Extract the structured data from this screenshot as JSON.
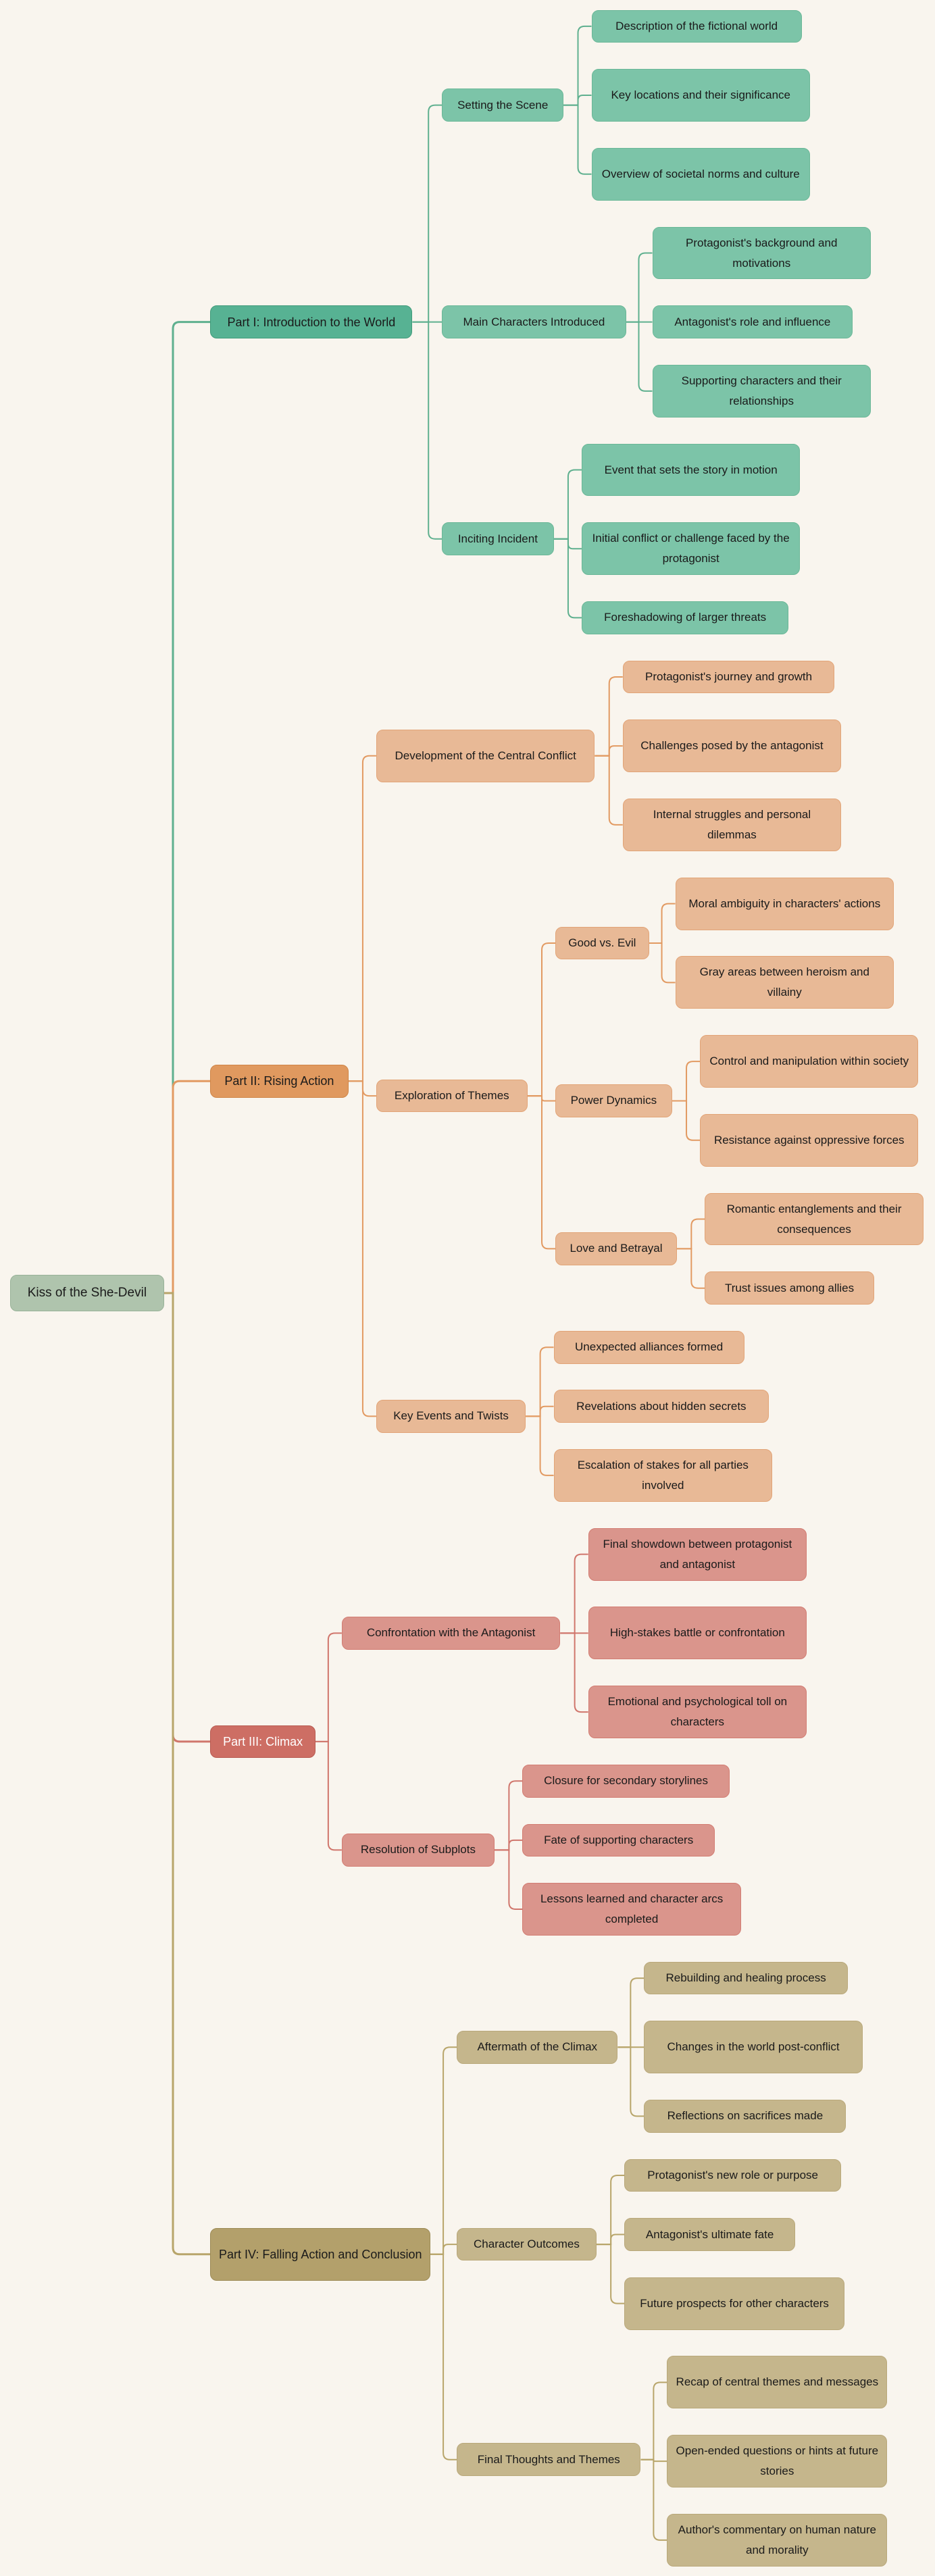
{
  "title": "Kiss of the She-Devil",
  "colors": {
    "background": "#f9f5ee",
    "root": "#afc4ad",
    "section_1": "#7cc4a8",
    "section_2": "#e8b996",
    "section_3": "#da958c",
    "section_4": "#c5b68c"
  },
  "parts": [
    {
      "label": "Part I: Introduction to the World",
      "children": [
        {
          "label": "Setting the Scene",
          "children": [
            {
              "label": "Description of the fictional world"
            },
            {
              "label": "Key locations and their significance"
            },
            {
              "label": "Overview of societal norms and culture"
            }
          ]
        },
        {
          "label": "Main Characters Introduced",
          "children": [
            {
              "label": "Protagonist's background and motivations"
            },
            {
              "label": "Antagonist's role and influence"
            },
            {
              "label": "Supporting characters and their relationships"
            }
          ]
        },
        {
          "label": "Inciting Incident",
          "children": [
            {
              "label": "Event that sets the story in motion"
            },
            {
              "label": "Initial conflict or challenge faced by the protagonist"
            },
            {
              "label": "Foreshadowing of larger threats"
            }
          ]
        }
      ]
    },
    {
      "label": "Part II: Rising Action",
      "children": [
        {
          "label": "Development of the Central Conflict",
          "children": [
            {
              "label": "Protagonist's journey and growth"
            },
            {
              "label": "Challenges posed by the antagonist"
            },
            {
              "label": "Internal struggles and personal dilemmas"
            }
          ]
        },
        {
          "label": "Exploration of Themes",
          "children": [
            {
              "label": "Good vs. Evil",
              "children": [
                {
                  "label": "Moral ambiguity in characters' actions"
                },
                {
                  "label": "Gray areas between heroism and villainy"
                }
              ]
            },
            {
              "label": "Power Dynamics",
              "children": [
                {
                  "label": "Control and manipulation within society"
                },
                {
                  "label": "Resistance against oppressive forces"
                }
              ]
            },
            {
              "label": "Love and Betrayal",
              "children": [
                {
                  "label": "Romantic entanglements and their consequences"
                },
                {
                  "label": "Trust issues among allies"
                }
              ]
            }
          ]
        },
        {
          "label": "Key Events and Twists",
          "children": [
            {
              "label": "Unexpected alliances formed"
            },
            {
              "label": "Revelations about hidden secrets"
            },
            {
              "label": "Escalation of stakes for all parties involved"
            }
          ]
        }
      ]
    },
    {
      "label": "Part III: Climax",
      "children": [
        {
          "label": "Confrontation with the Antagonist",
          "children": [
            {
              "label": "Final showdown between protagonist and antagonist"
            },
            {
              "label": "High-stakes battle or confrontation"
            },
            {
              "label": "Emotional and psychological toll on characters"
            }
          ]
        },
        {
          "label": "Resolution of Subplots",
          "children": [
            {
              "label": "Closure for secondary storylines"
            },
            {
              "label": "Fate of supporting characters"
            },
            {
              "label": "Lessons learned and character arcs completed"
            }
          ]
        }
      ]
    },
    {
      "label": "Part IV: Falling Action and Conclusion",
      "children": [
        {
          "label": "Aftermath of the Climax",
          "children": [
            {
              "label": "Rebuilding and healing process"
            },
            {
              "label": "Changes in the world post-conflict"
            },
            {
              "label": "Reflections on sacrifices made"
            }
          ]
        },
        {
          "label": "Character Outcomes",
          "children": [
            {
              "label": "Protagonist's new role or purpose"
            },
            {
              "label": "Antagonist's ultimate fate"
            },
            {
              "label": "Future prospects for other characters"
            }
          ]
        },
        {
          "label": "Final Thoughts and Themes",
          "children": [
            {
              "label": "Recap of central themes and messages"
            },
            {
              "label": "Open-ended questions or hints at future stories"
            },
            {
              "label": "Author's commentary on human nature and morality"
            }
          ]
        }
      ]
    }
  ]
}
